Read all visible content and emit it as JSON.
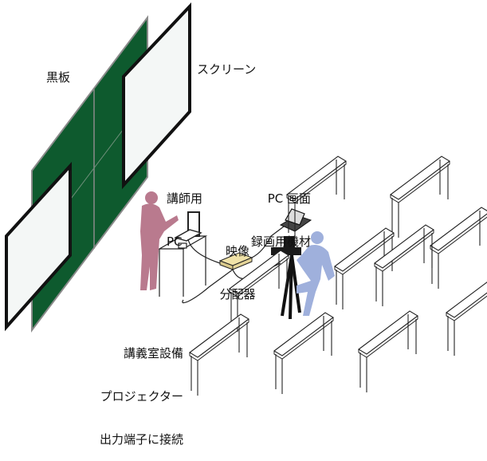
{
  "labels": {
    "blackboard": "黒板",
    "screen": "スクリーン",
    "instructor_pc": [
      "講師用",
      "PC"
    ],
    "recording": [
      "PC 画面",
      "録画用機材"
    ],
    "distributor": [
      "映像",
      "分配器"
    ],
    "projector_output": [
      "講義室設備",
      "プロジェクター",
      "出力端子に接続"
    ]
  },
  "colors": {
    "blackboard": "#0e5a2e",
    "blackboard_edge": "#8a8a8a",
    "screen_frame": "#111111",
    "screen_fill": "#f4f7f6",
    "instructor": "#b97a8e",
    "operator": "#9fb0dc",
    "distributor": "#f0e2a8",
    "furniture": "#222222"
  }
}
